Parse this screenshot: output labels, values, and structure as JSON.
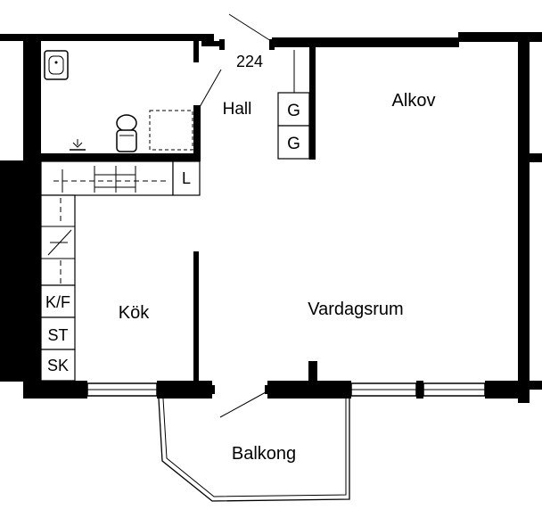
{
  "plan": {
    "apartment_number": "224",
    "rooms": {
      "hall": "Hall",
      "alkov": "Alkov",
      "kok": "Kök",
      "vardagsrum": "Vardagsrum",
      "balkong": "Balkong"
    },
    "fixtures": {
      "linen": "L",
      "garderob_1": "G",
      "garderob_2": "G",
      "kyl_frys": "K/F",
      "spis": "ST",
      "diskmaskin": "SK"
    }
  }
}
